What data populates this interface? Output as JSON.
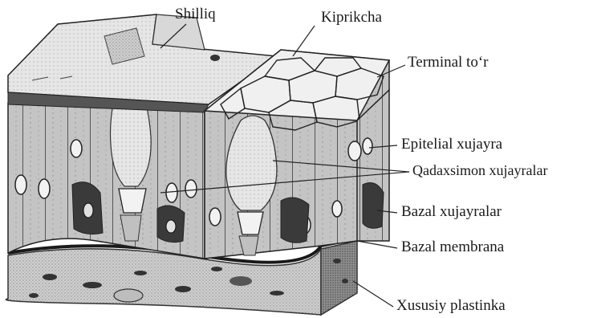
{
  "labels": {
    "shilliq": "Shilliq",
    "kiprikcha": "Kiprikcha",
    "terminal": "Terminal to‘r",
    "epitelial": "Epitelial xujayra",
    "qadaxsimon": "Qadaxsimon xujayralar",
    "bazal_xujayralar": "Bazal xujayralar",
    "bazal_membrana": "Bazal membrana",
    "xususiy": "Xususiy plastinka"
  }
}
